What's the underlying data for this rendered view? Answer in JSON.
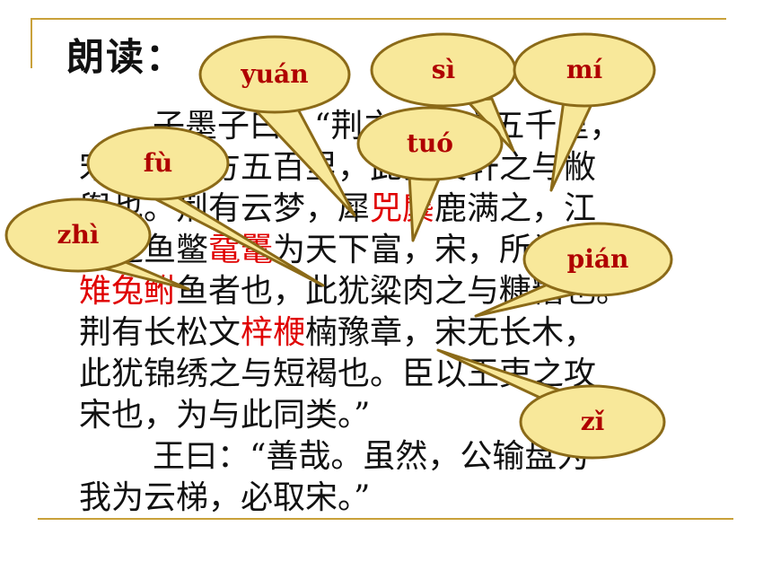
{
  "heading": "朗读：",
  "passage": {
    "lines": [
      [
        {
          "t": "子墨子曰：“荆之地，方五千里，",
          "red": false
        }
      ],
      [
        {
          "t": "宋之地，方五百里，此犹文轩之与敝",
          "red": false
        }
      ],
      [
        {
          "t": "舆也。荆有云梦，犀",
          "red": false
        },
        {
          "t": "兕麋",
          "red": true
        },
        {
          "t": "鹿满之，江",
          "red": false
        }
      ],
      [
        {
          "t": "汉之鱼鳖",
          "red": false
        },
        {
          "t": "鼋鼍",
          "red": true
        },
        {
          "t": "为天下富，宋，所为无",
          "red": false
        }
      ],
      [
        {
          "t": "雉兔",
          "red": true
        },
        {
          "t": "鲋",
          "red": true
        },
        {
          "t": "鱼者也，此犹粱肉之与糠糟也。",
          "red": false
        }
      ],
      [
        {
          "t": "荆有长松文",
          "red": false
        },
        {
          "t": "梓楩",
          "red": true
        },
        {
          "t": "楠豫章，宋无长木，",
          "red": false
        }
      ],
      [
        {
          "t": "此犹锦绣之与短褐也。臣以王吏之攻",
          "red": false
        }
      ],
      [
        {
          "t": "宋也，为与此同类。”",
          "red": false
        }
      ],
      [
        {
          "t": "王曰：“善哉。虽然，公输盘为",
          "red": false
        }
      ],
      [
        {
          "t": "我为云梯，必取宋。”",
          "red": false
        }
      ]
    ]
  },
  "bubbles": [
    "yuán",
    "sì",
    "mí",
    "tuó",
    "fù",
    "zhì",
    "pián",
    "zǐ"
  ],
  "colors": {
    "bubble_fill": "#f8e89a",
    "bubble_stroke": "#8b6a18",
    "pinyin": "#b00000",
    "highlight": "#e00000",
    "rule": "#c9a13a"
  }
}
